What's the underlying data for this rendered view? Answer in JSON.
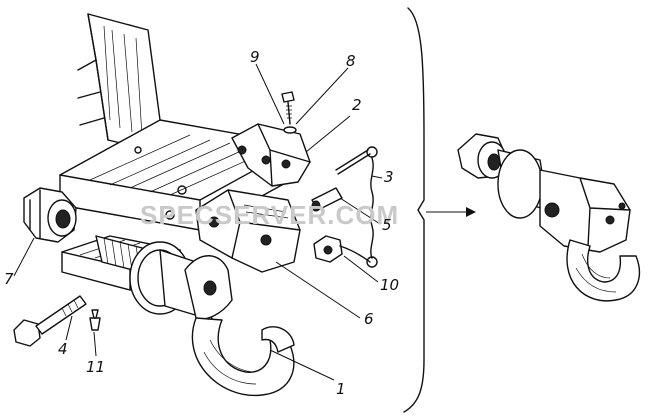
{
  "watermark": "SPECSERVER.COM",
  "callouts": [
    {
      "id": "1",
      "text": "1"
    },
    {
      "id": "2",
      "text": "2"
    },
    {
      "id": "3",
      "text": "3"
    },
    {
      "id": "4",
      "text": "4"
    },
    {
      "id": "5",
      "text": "5"
    },
    {
      "id": "6",
      "text": "6"
    },
    {
      "id": "7",
      "text": "7"
    },
    {
      "id": "8",
      "text": "8"
    },
    {
      "id": "9",
      "text": "9"
    },
    {
      "id": "10",
      "text": "10"
    },
    {
      "id": "11",
      "text": "11"
    }
  ]
}
